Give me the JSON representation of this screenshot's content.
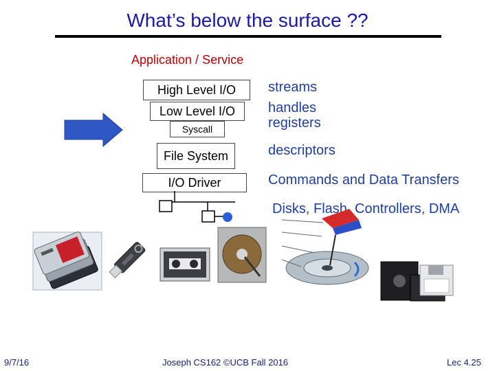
{
  "slide": {
    "title": "What’s below the surface ??",
    "application_label": "Application / Service",
    "layers": {
      "high_level_io": "High Level I/O",
      "low_level_io": "Low Level I/O",
      "syscall": "Syscall",
      "file_system": "File System",
      "io_driver": "I/O Driver"
    },
    "right_labels": {
      "streams": "streams",
      "handles": "handles",
      "registers": "registers",
      "descriptors": "descriptors",
      "commands": "Commands and Data Transfers",
      "devices": "Disks, Flash, Controllers, DMA"
    },
    "footer": {
      "date": "9/7/16",
      "credit": "Joseph CS162 ©UCB Fall 2016",
      "page": "Lec 4.25"
    },
    "colors": {
      "title": "#1a1aa6",
      "application": "#c00000",
      "arrow": "#2f57c4",
      "right_text": "#1f3fa0"
    }
  }
}
